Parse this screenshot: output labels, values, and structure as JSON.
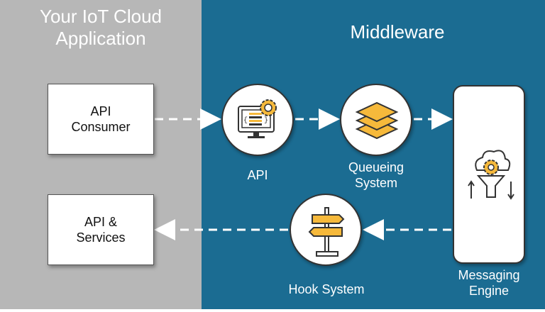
{
  "left_panel": {
    "title": "Your IoT Cloud\nApplication",
    "color": "#b7b7b7"
  },
  "right_panel": {
    "title": "Middleware",
    "color": "#1b6c92"
  },
  "nodes": {
    "api_consumer": {
      "label": "API\nConsumer"
    },
    "api_services": {
      "label": "API &\nServices"
    },
    "api": {
      "label": "API",
      "icon": "monitor-gear-icon"
    },
    "queueing": {
      "label": "Queueing\nSystem",
      "icon": "stacked-layers-icon"
    },
    "hook": {
      "label": "Hook System",
      "icon": "signpost-icon"
    },
    "messaging": {
      "label": "Messaging\nEngine",
      "icon": "cloud-gear-funnel-icon"
    }
  },
  "colors": {
    "accent": "#f6b93b",
    "line": "#ffffff",
    "stroke": "#333333"
  }
}
